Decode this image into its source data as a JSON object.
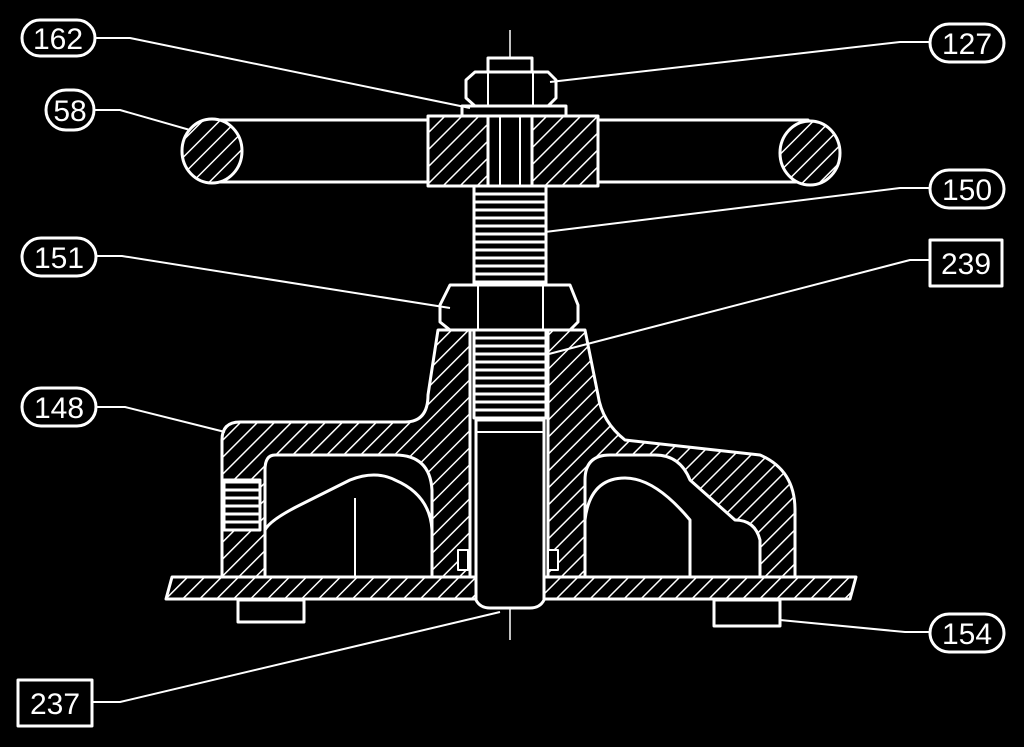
{
  "colors": {
    "background": "#000000",
    "line": "#ffffff"
  },
  "callouts": {
    "c162": "162",
    "c127": "127",
    "c58": "58",
    "c150": "150",
    "c151": "151",
    "c239": "239",
    "c148": "148",
    "c154": "154",
    "c237": "237"
  }
}
